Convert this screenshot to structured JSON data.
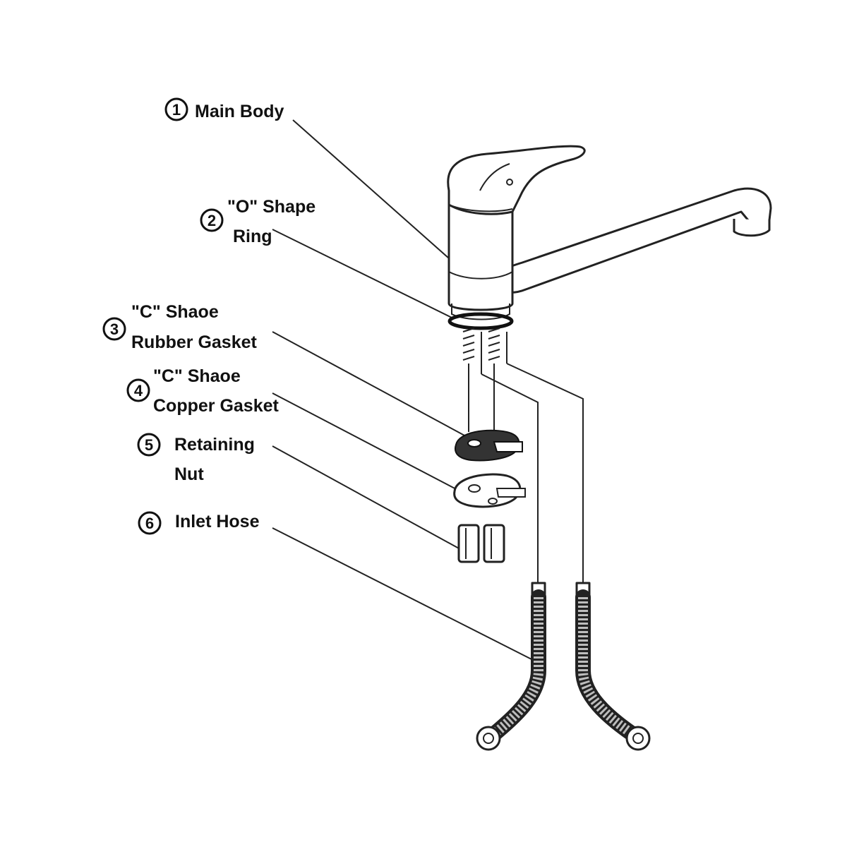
{
  "labels": [
    {
      "number": "1",
      "line1": "Main Body",
      "line2": ""
    },
    {
      "number": "2",
      "line1": "\"O\" Shape",
      "line2": "Ring"
    },
    {
      "number": "3",
      "line1": "\"C\" Shaoe",
      "line2": "Rubber Gasket"
    },
    {
      "number": "4",
      "line1": "\"C\" Shaoe",
      "line2": "Copper Gasket"
    },
    {
      "number": "5",
      "line1": "Retaining",
      "line2": "Nut"
    },
    {
      "number": "6",
      "line1": "Inlet Hose",
      "line2": ""
    }
  ]
}
